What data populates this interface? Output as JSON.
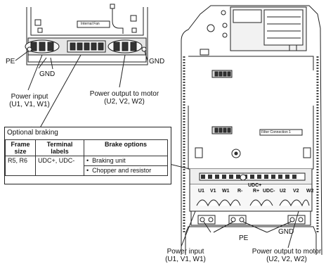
{
  "left_drawing": {
    "sticker": "Internal Fan",
    "labels": {
      "pe": "PE",
      "gnd_top": "GND",
      "gnd_right": "GND",
      "power_input_line1": "Power input",
      "power_input_line2": "(U1, V1, W1)",
      "power_output_line1": "Power output to motor",
      "power_output_line2": "(U2, V2, W2)"
    }
  },
  "braking_table": {
    "title": "Optional braking",
    "headers": [
      "Frame size",
      "Terminal labels",
      "Brake options"
    ],
    "row": {
      "frame_size": "R5, R6",
      "terminal_labels": "UDC+, UDC-",
      "options": [
        "Braking unit",
        "Chopper and resistor"
      ]
    }
  },
  "right_drawing": {
    "filter_label": "Filter Connection 1",
    "terminals": {
      "u1": "U1",
      "v1": "V1",
      "w1": "W1",
      "r_minus": "R-",
      "udc_plus": "UDC+",
      "r_plus": "R+",
      "udc_minus": "UDC-",
      "u2": "U2",
      "v2": "V2",
      "w2": "W2"
    },
    "labels": {
      "pe": "PE",
      "gnd": "GND",
      "power_input_line1": "Power input",
      "power_input_line2": "(U1, V1, W1)",
      "power_output_line1": "Power output to motor",
      "power_output_line2": "(U2, V2, W2)"
    }
  }
}
